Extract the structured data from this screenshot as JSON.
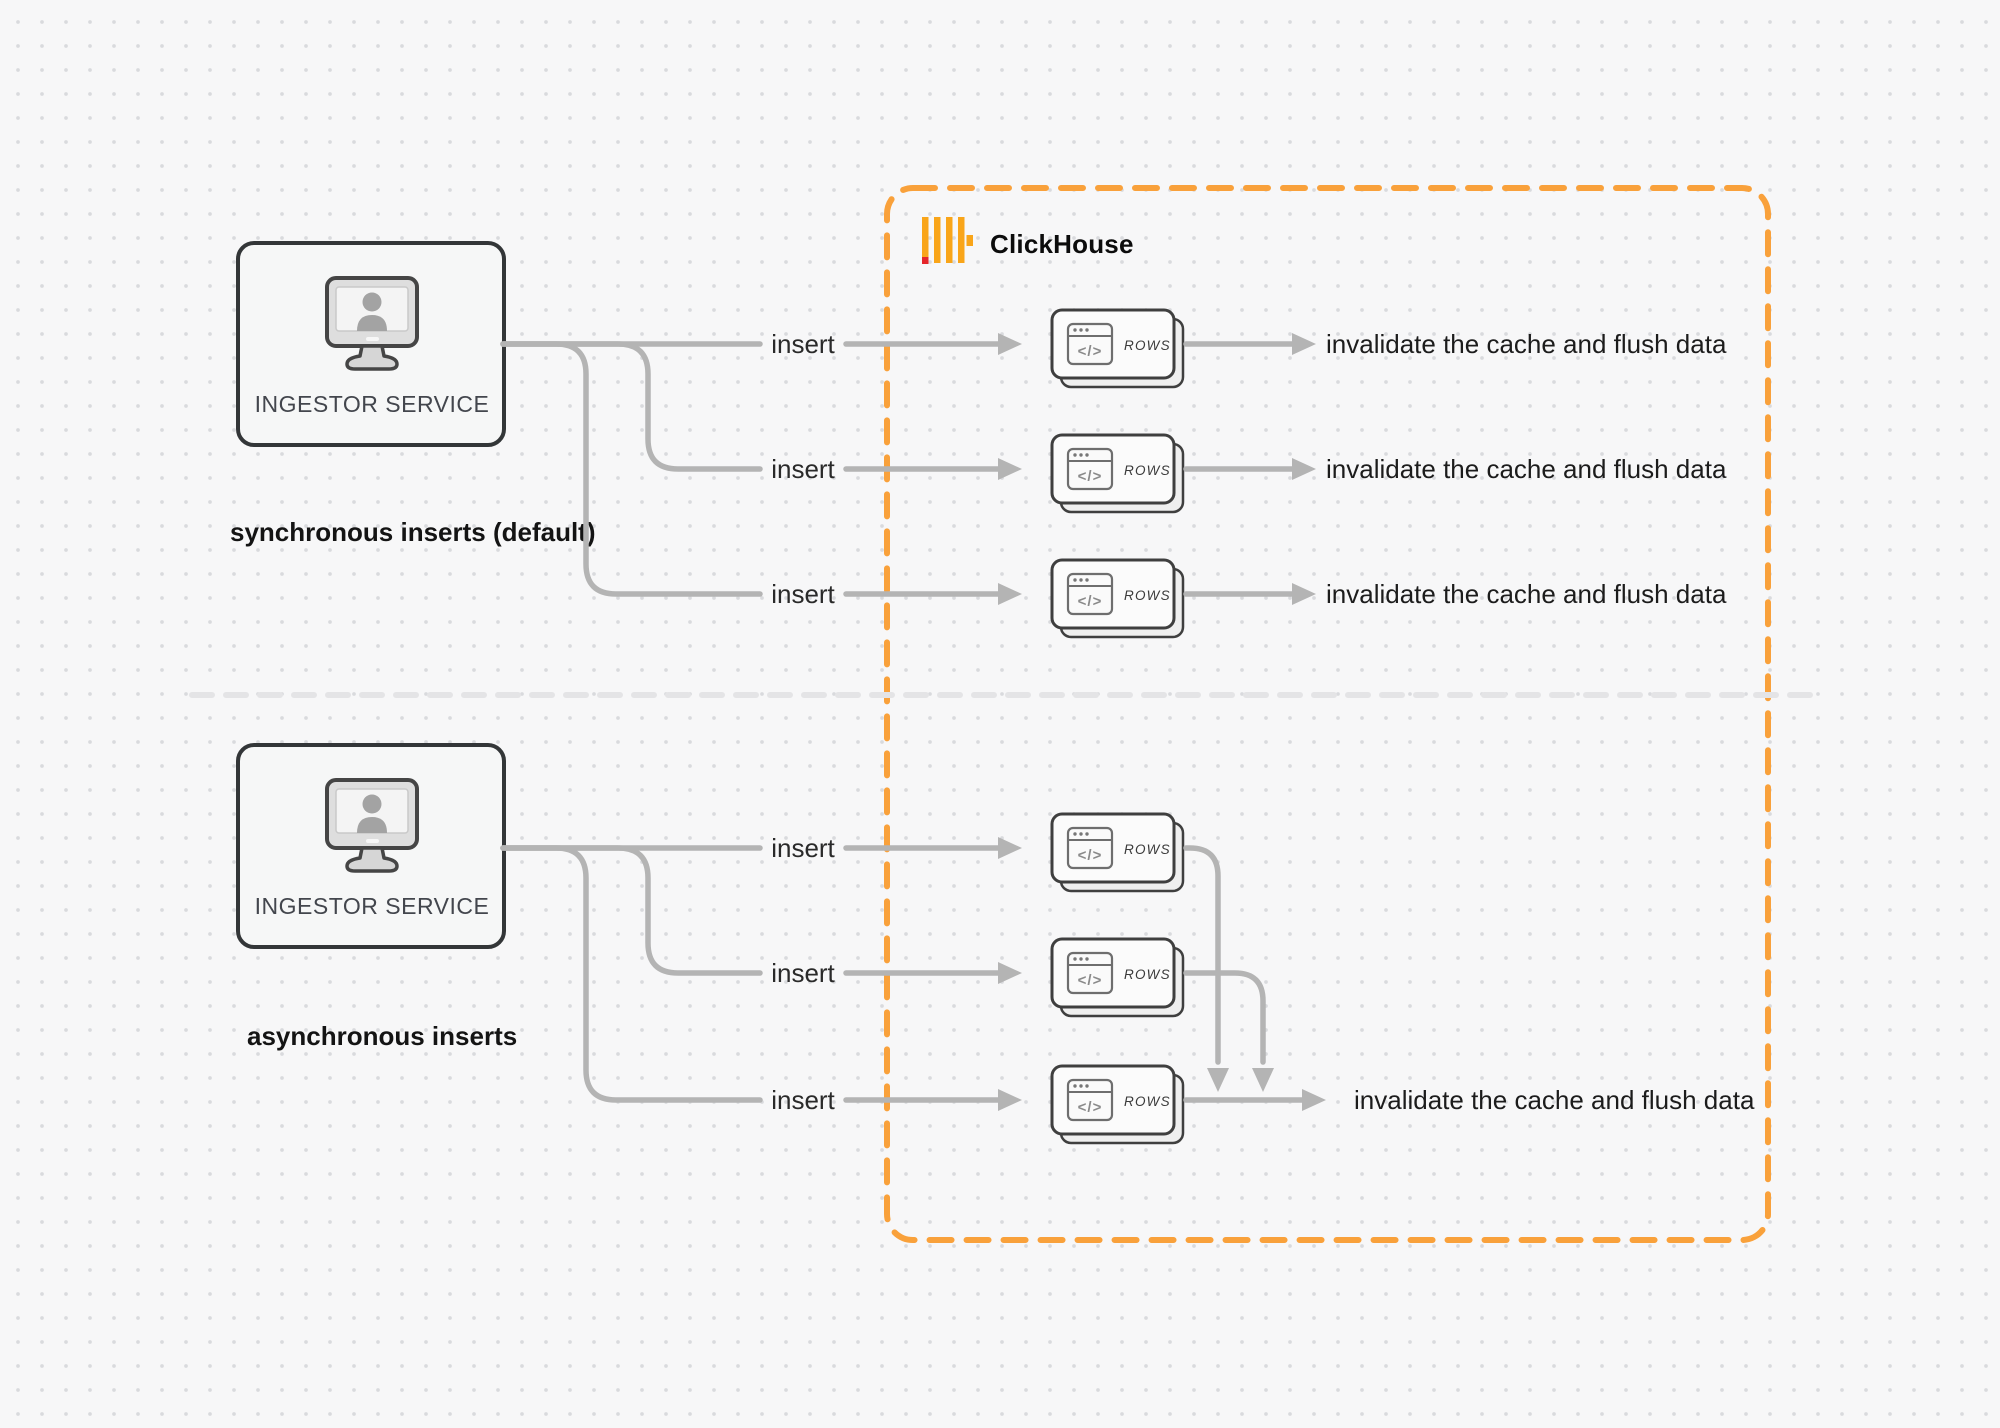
{
  "clickhouse_box": {
    "label": "ClickHouse"
  },
  "sync_section": {
    "service_label": "INGESTOR SERVICE",
    "caption": "synchronous inserts (default)"
  },
  "async_section": {
    "service_label": "INGESTOR SERVICE",
    "caption": "asynchronous inserts"
  },
  "edge_labels": {
    "insert": "insert",
    "invalidate": "invalidate the cache and flush data"
  },
  "rows_node": {
    "label": "ROWS",
    "code_glyph": "</>"
  },
  "colors": {
    "accent_orange": "#F9A13B",
    "logo_yellow": "#F9A519",
    "logo_red": "#E5252A",
    "connector_gray": "#B4B4B4",
    "node_border_dark": "#3A3A3A",
    "background": "#F7F7F8"
  }
}
